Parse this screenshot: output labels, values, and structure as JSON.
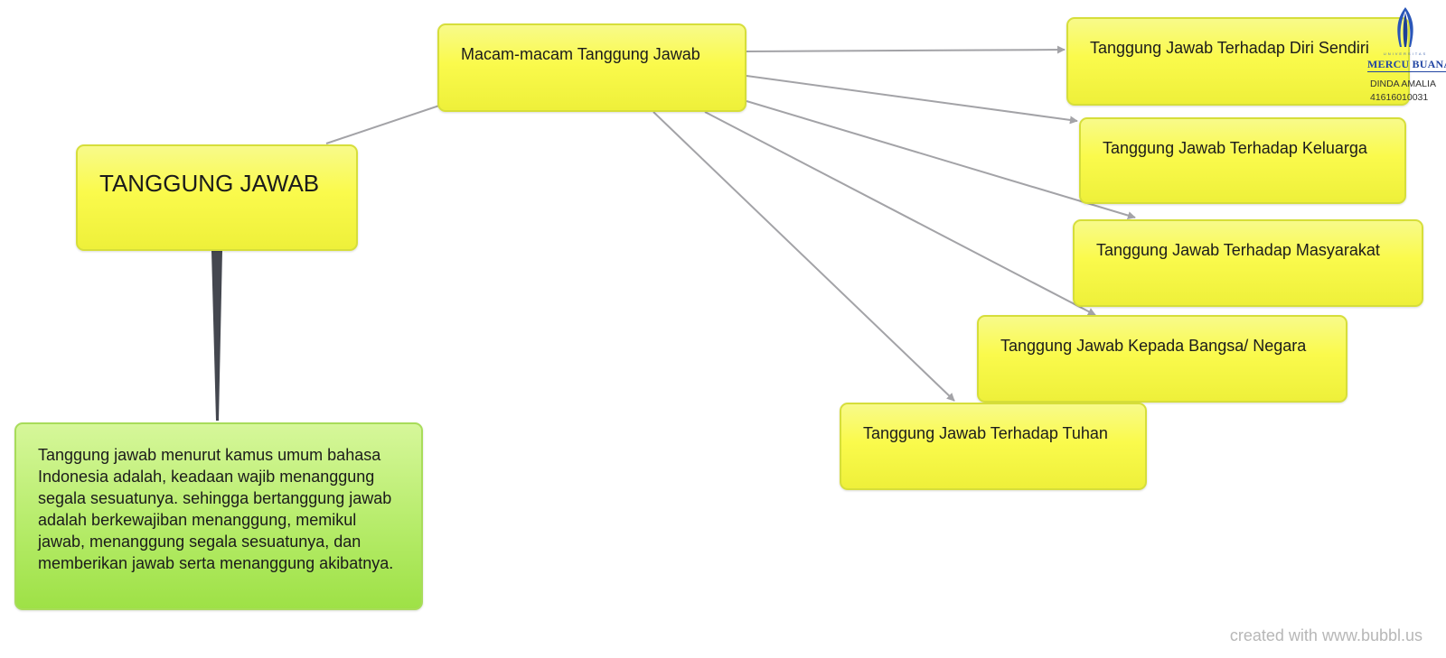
{
  "diagram": {
    "root": {
      "label": "TANGGUNG JAWAB"
    },
    "subtopic": {
      "label": "Macam-macam Tanggung Jawab"
    },
    "description": {
      "text": "Tanggung jawab menurut kamus umum bahasa Indonesia adalah, keadaan wajib menanggung segala sesuatunya. sehingga bertanggung jawab adalah berkewajiban menanggung, memikul jawab, menanggung segala sesuatunya, dan memberikan jawab serta menanggung akibatnya."
    },
    "types": [
      {
        "label": "Tanggung Jawab Terhadap Diri Sendiri"
      },
      {
        "label": "Tanggung Jawab Terhadap Keluarga"
      },
      {
        "label": "Tanggung Jawab Terhadap Masyarakat"
      },
      {
        "label": "Tanggung Jawab Kepada Bangsa/ Negara"
      },
      {
        "label": "Tanggung Jawab Terhadap Tuhan"
      }
    ]
  },
  "logo": {
    "university_caption": "UNIVERSITAS",
    "university_name": "MERCU BUANA",
    "author_name": "DINDA AMALIA",
    "author_id": "41616010031"
  },
  "credit": "created with www.bubbl.us",
  "colors": {
    "topic_fill": "#fafa4c",
    "topic_border": "#d6de3a",
    "description_fill": "#b6ec6a",
    "connector": "#a3a3a7",
    "root_connector": "#44474f",
    "logo_blue": "#2245a3"
  }
}
